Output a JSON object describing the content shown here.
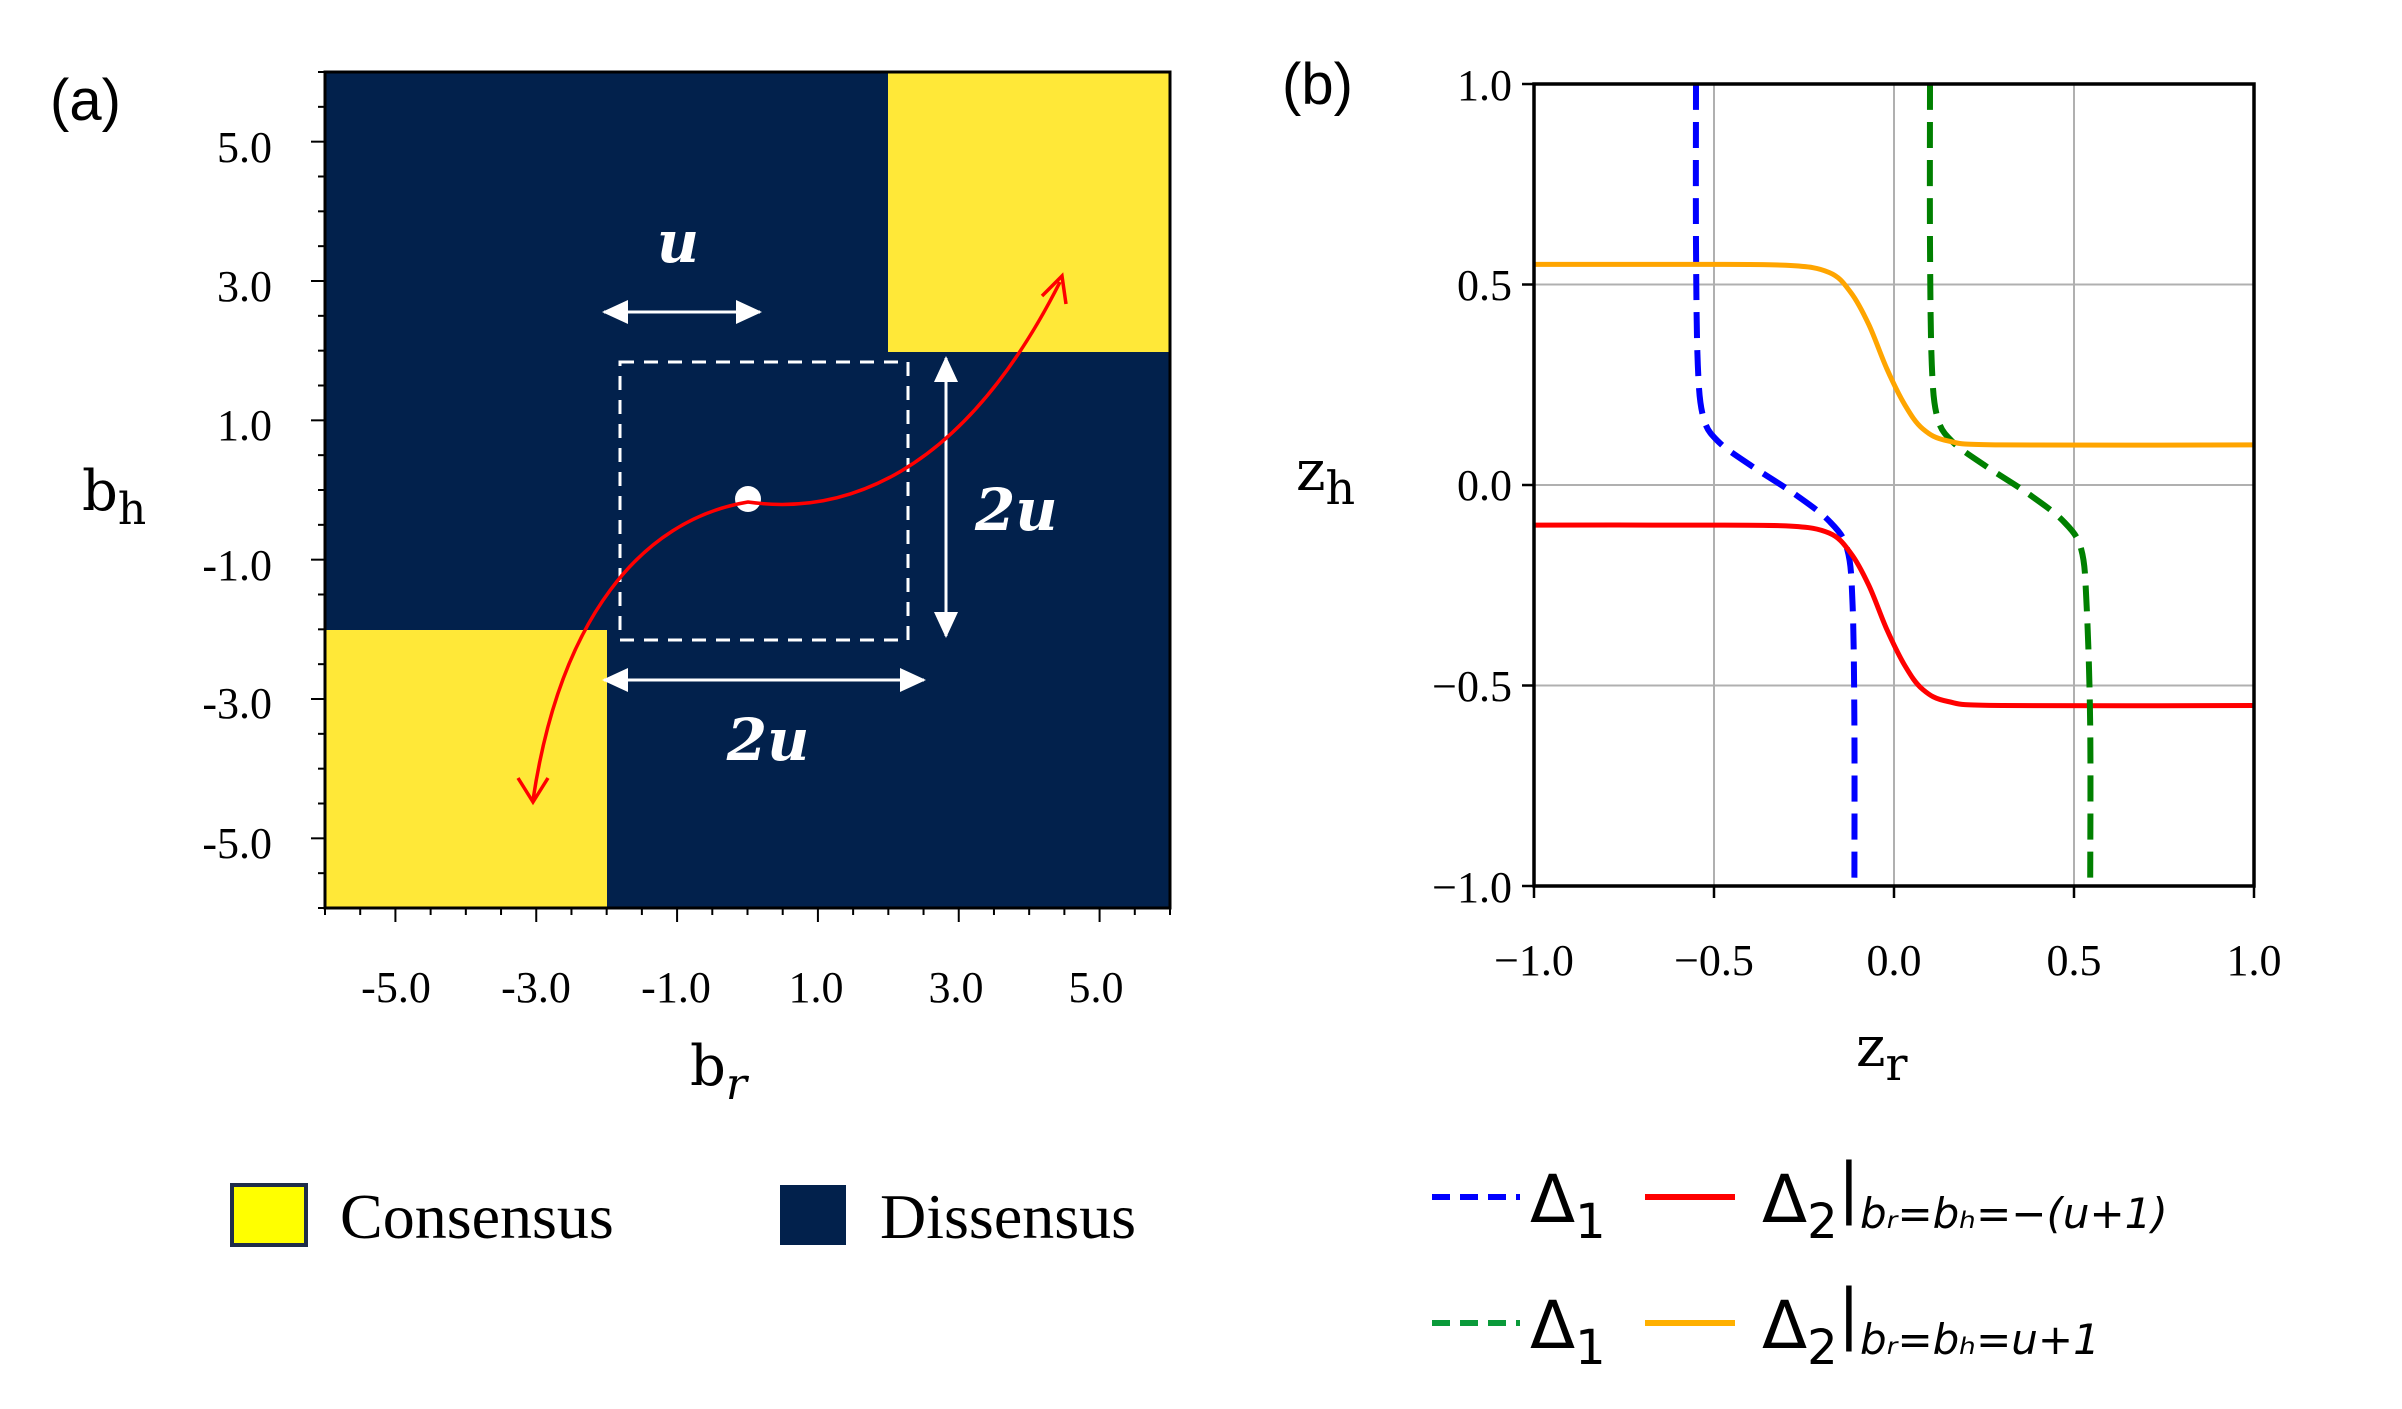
{
  "panel_a": {
    "panel_label": "(a)",
    "xlabel_main": "b",
    "xlabel_sub": "r",
    "ylabel_main": "b",
    "ylabel_sub": "h",
    "tick_labels": [
      "-5.0",
      "-3.0",
      "-1.0",
      "1.0",
      "3.0",
      "5.0"
    ],
    "annotation_u": "u",
    "annotation_2u_right": "2u",
    "annotation_2u_bottom": "2u",
    "legend": [
      {
        "label": "Consensus",
        "color": "#FFE838"
      },
      {
        "label": "Dissensus",
        "color": "#02214C"
      }
    ]
  },
  "panel_b": {
    "panel_label": "(b)",
    "xlabel_main": "z",
    "xlabel_sub": "r",
    "ylabel_main": "z",
    "ylabel_sub": "h",
    "x_tick_labels": [
      "−1.0",
      "−0.5",
      "0.0",
      "0.5",
      "1.0"
    ],
    "y_tick_labels": [
      "1.0",
      "0.5",
      "0.0",
      "−0.5",
      "−1.0"
    ],
    "legend": [
      {
        "delta1": "Δ",
        "delta1_sub": "1",
        "delta2": "Δ",
        "delta2_sub": "2",
        "condition": "bᵣ=bₕ=−(u+1)",
        "color1": "#0000FF",
        "color2": "#FF0000"
      },
      {
        "delta1": "Δ",
        "delta1_sub": "1",
        "delta2": "Δ",
        "delta2_sub": "2",
        "condition": "bᵣ=bₕ=u+1",
        "color1": "#008000",
        "color2": "#FFA500"
      }
    ]
  },
  "chart_data": [
    {
      "type": "heatmap",
      "panel": "a",
      "xlabel": "b_r",
      "ylabel": "b_h",
      "xlim": [
        -6,
        6
      ],
      "ylim": [
        -6,
        6
      ],
      "xticks": [
        -5,
        -3,
        -1,
        1,
        3,
        5
      ],
      "yticks": [
        -5,
        -3,
        -1,
        1,
        3,
        5
      ],
      "background": "Dissensus",
      "regions": [
        {
          "label": "Consensus",
          "x": [
            2.0,
            6.0
          ],
          "y": [
            2.0,
            6.0
          ],
          "color": "#FFE838"
        },
        {
          "label": "Consensus",
          "x": [
            -6.0,
            -2.0
          ],
          "y": [
            -6.0,
            -2.0
          ],
          "color": "#FFE838"
        }
      ],
      "center_point": [
        0,
        0
      ],
      "dashed_box": {
        "x": [
          -2.0,
          2.0
        ],
        "y": [
          -2.0,
          2.0
        ]
      }
    },
    {
      "type": "line",
      "panel": "b",
      "xlabel": "z_r",
      "ylabel": "z_h",
      "xlim": [
        -1.0,
        1.0
      ],
      "ylim": [
        -1.0,
        1.0
      ],
      "xticks": [
        -1.0,
        -0.5,
        0.0,
        0.5,
        1.0
      ],
      "yticks": [
        -1.0,
        -0.5,
        0.0,
        0.5,
        1.0
      ],
      "grid": true,
      "series": [
        {
          "name": "Δ₁ | b_r=b_h=−(u+1)",
          "color": "#0000FF",
          "style": "dashed",
          "points": [
            [
              -0.55,
              1.0
            ],
            [
              -0.55,
              0.6
            ],
            [
              -0.545,
              0.3
            ],
            [
              -0.53,
              0.17
            ],
            [
              -0.49,
              0.11
            ],
            [
              -0.4,
              0.05
            ],
            [
              -0.28,
              -0.02
            ],
            [
              -0.18,
              -0.09
            ],
            [
              -0.13,
              -0.16
            ],
            [
              -0.115,
              -0.3
            ],
            [
              -0.11,
              -0.6
            ],
            [
              -0.11,
              -1.0
            ]
          ]
        },
        {
          "name": "Δ₂ | b_r=b_h=−(u+1)",
          "color": "#FF0000",
          "style": "solid",
          "points": [
            [
              -1.0,
              -0.1
            ],
            [
              -0.6,
              -0.1
            ],
            [
              -0.3,
              -0.102
            ],
            [
              -0.18,
              -0.12
            ],
            [
              -0.12,
              -0.17
            ],
            [
              -0.07,
              -0.25
            ],
            [
              -0.02,
              -0.36
            ],
            [
              0.03,
              -0.45
            ],
            [
              0.08,
              -0.51
            ],
            [
              0.15,
              -0.54
            ],
            [
              0.3,
              -0.55
            ],
            [
              1.0,
              -0.55
            ]
          ]
        },
        {
          "name": "Δ₁ | b_r=b_h=u+1",
          "color": "#008000",
          "style": "dashed",
          "points": [
            [
              0.1,
              1.0
            ],
            [
              0.1,
              0.6
            ],
            [
              0.105,
              0.3
            ],
            [
              0.12,
              0.17
            ],
            [
              0.16,
              0.11
            ],
            [
              0.25,
              0.05
            ],
            [
              0.37,
              -0.02
            ],
            [
              0.47,
              -0.09
            ],
            [
              0.52,
              -0.16
            ],
            [
              0.535,
              -0.3
            ],
            [
              0.545,
              -0.6
            ],
            [
              0.545,
              -1.0
            ]
          ]
        },
        {
          "name": "Δ₂ | b_r=b_h=u+1",
          "color": "#FFA500",
          "style": "solid",
          "points": [
            [
              -1.0,
              0.55
            ],
            [
              -0.6,
              0.55
            ],
            [
              -0.3,
              0.548
            ],
            [
              -0.18,
              0.53
            ],
            [
              -0.12,
              0.48
            ],
            [
              -0.07,
              0.4
            ],
            [
              -0.02,
              0.29
            ],
            [
              0.03,
              0.2
            ],
            [
              0.08,
              0.14
            ],
            [
              0.15,
              0.11
            ],
            [
              0.3,
              0.1
            ],
            [
              1.0,
              0.1
            ]
          ]
        }
      ]
    }
  ]
}
